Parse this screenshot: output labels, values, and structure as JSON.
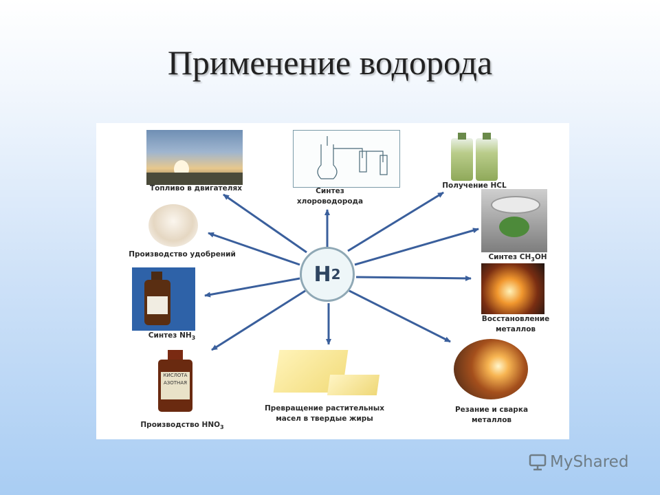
{
  "title": "Применение водорода",
  "hub": {
    "symbol": "H",
    "subscript": "2"
  },
  "applications": [
    {
      "id": "fuel",
      "label": "Топливо в двигателях"
    },
    {
      "id": "fertilizer",
      "label": "Производство удобрений"
    },
    {
      "id": "nh3",
      "label": "Синтез NH",
      "sub": "3"
    },
    {
      "id": "hno3",
      "label": "Производство HNO",
      "sub": "3"
    },
    {
      "id": "hcl_synth",
      "label_line1": "Синтез",
      "label_line2": "хлороводорода"
    },
    {
      "id": "hcl",
      "label": "Получение HCL"
    },
    {
      "id": "methanol",
      "label_a": "Синтез CH",
      "sub": "3",
      "label_b": "OH"
    },
    {
      "id": "metals",
      "label_line1": "Восстановление",
      "label_line2": "металлов"
    },
    {
      "id": "welding",
      "label_line1": "Резание и сварка",
      "label_line2": "металлов"
    },
    {
      "id": "oils",
      "label_line1": "Превращение растительных",
      "label_line2": "масел в твердые жиры"
    }
  ],
  "bottle_labels": {
    "line1": "КИСЛОТА",
    "line2": "АЗОТНАЯ"
  },
  "watermark": "MyShared",
  "colors": {
    "arrow": "#3a5f9c",
    "hub_border": "#8fa8b5",
    "background_bottom": "#a9cdf3"
  }
}
